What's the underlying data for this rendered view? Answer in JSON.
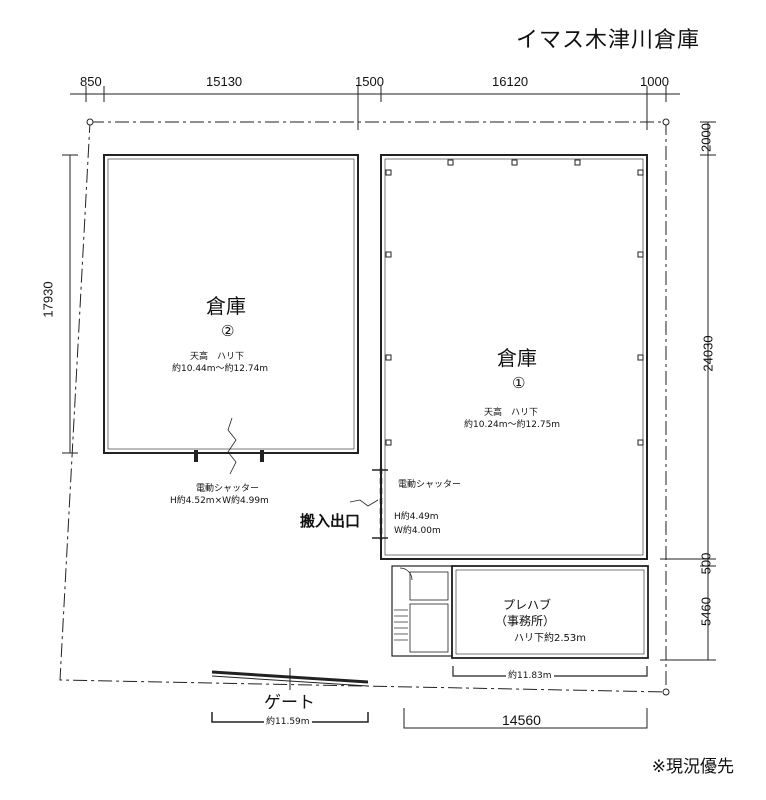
{
  "title": "イマス木津川倉庫",
  "note": "※現況優先",
  "dimensions": {
    "top": [
      "850",
      "15130",
      "1500",
      "16120",
      "1000"
    ],
    "left_height": "17930",
    "right": [
      "2000",
      "24030",
      "500",
      "5460"
    ],
    "bottom": "14560",
    "gate_width": "約11.59m",
    "office_width": "約11.83m"
  },
  "warehouse2": {
    "name": "倉庫",
    "number": "②",
    "ceiling_label": "天高　ハリ下",
    "ceiling_value": "約10.44m～約12.74m",
    "shutter_label": "電動シャッター",
    "shutter_size": "H約4.52m×W約4.99m"
  },
  "warehouse1": {
    "name": "倉庫",
    "number": "①",
    "ceiling_label": "天高　ハリ下",
    "ceiling_value": "約10.24m～約12.75m",
    "shutter_label": "電動シャッター",
    "shutter_h": "H約4.49m",
    "shutter_w": "W約4.00m"
  },
  "entrance": "搬入出口",
  "office": {
    "line1": "プレハブ",
    "line2": "（事務所）",
    "ceiling": "ハリ下約2.53m"
  },
  "gate": "ゲート"
}
